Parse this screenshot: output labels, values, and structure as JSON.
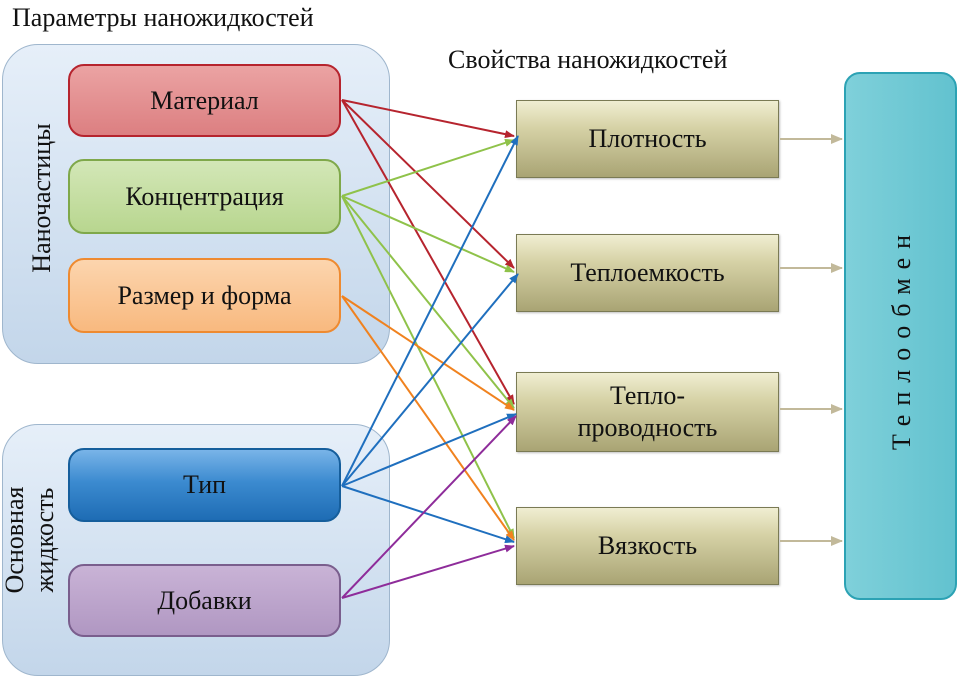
{
  "titles": {
    "parameters": "Параметры наножидкостей",
    "properties": "Свойства наножидкостей"
  },
  "groups": {
    "nanoparticles": "Наночастицы",
    "base_fluid_line1": "Основная",
    "base_fluid_line2": "жидкость"
  },
  "parameters": {
    "material": "Материал",
    "concentration": "Концентрация",
    "size_shape": "Размер и форма",
    "type": "Тип",
    "additives": "Добавки"
  },
  "properties": {
    "density": "Плотность",
    "heat_capacity": "Теплоемкость",
    "thermal_conductivity_line1": "Тепло-",
    "thermal_conductivity_line2": "проводность",
    "viscosity": "Вязкость"
  },
  "outcome": {
    "heat_transfer": "Теплообмен"
  },
  "colors": {
    "material": "#b6242e",
    "concentration": "#8fc24a",
    "size_shape": "#f0821f",
    "type": "#1f6fbe",
    "additives": "#8e2c9a",
    "property_arrow": "#c2b99a"
  }
}
